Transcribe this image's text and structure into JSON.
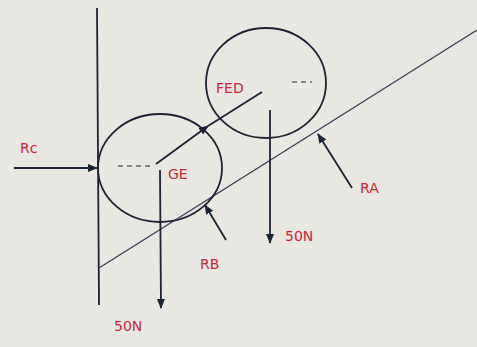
{
  "diagram": {
    "labels": [
      "Rc",
      "FED",
      "GE",
      "RB",
      "50N",
      "RA",
      "50N"
    ]
  }
}
